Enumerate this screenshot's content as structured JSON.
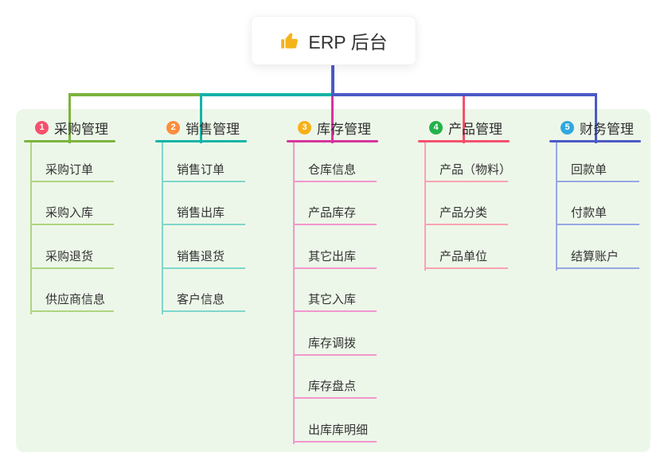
{
  "root": {
    "icon": "thumbs-up-icon",
    "label": "ERP 后台"
  },
  "colors": {
    "panel_bg": "#edf7e9",
    "trunk_blue": "#4a5ac5",
    "icon_yellow": "#f4b41a"
  },
  "branches": [
    {
      "number": "1",
      "label": "采购管理",
      "color": "#7cb43e",
      "light_color": "#aed581",
      "badge_color": "#f4516c",
      "children": [
        "采购订单",
        "采购入库",
        "采购退货",
        "供应商信息"
      ]
    },
    {
      "number": "2",
      "label": "销售管理",
      "color": "#14b3a7",
      "light_color": "#7fd6cb",
      "badge_color": "#fb8d3d",
      "children": [
        "销售订单",
        "销售出库",
        "销售退货",
        "客户信息"
      ]
    },
    {
      "number": "3",
      "label": "库存管理",
      "color": "#d6359e",
      "light_color": "#f297ce",
      "badge_color": "#f9b016",
      "children": [
        "仓库信息",
        "产品库存",
        "其它出库",
        "其它入库",
        "库存调拨",
        "库存盘点",
        "出库库明细"
      ]
    },
    {
      "number": "4",
      "label": "产品管理",
      "color": "#f4516c",
      "light_color": "#f8a3b0",
      "badge_color": "#23b24b",
      "children": [
        "产品（物料）",
        "产品分类",
        "产品单位"
      ]
    },
    {
      "number": "5",
      "label": "财务管理",
      "color": "#4a5ac5",
      "light_color": "#96a8e2",
      "badge_color": "#2fa8de",
      "children": [
        "回款单",
        "付款单",
        "结算账户"
      ]
    }
  ]
}
